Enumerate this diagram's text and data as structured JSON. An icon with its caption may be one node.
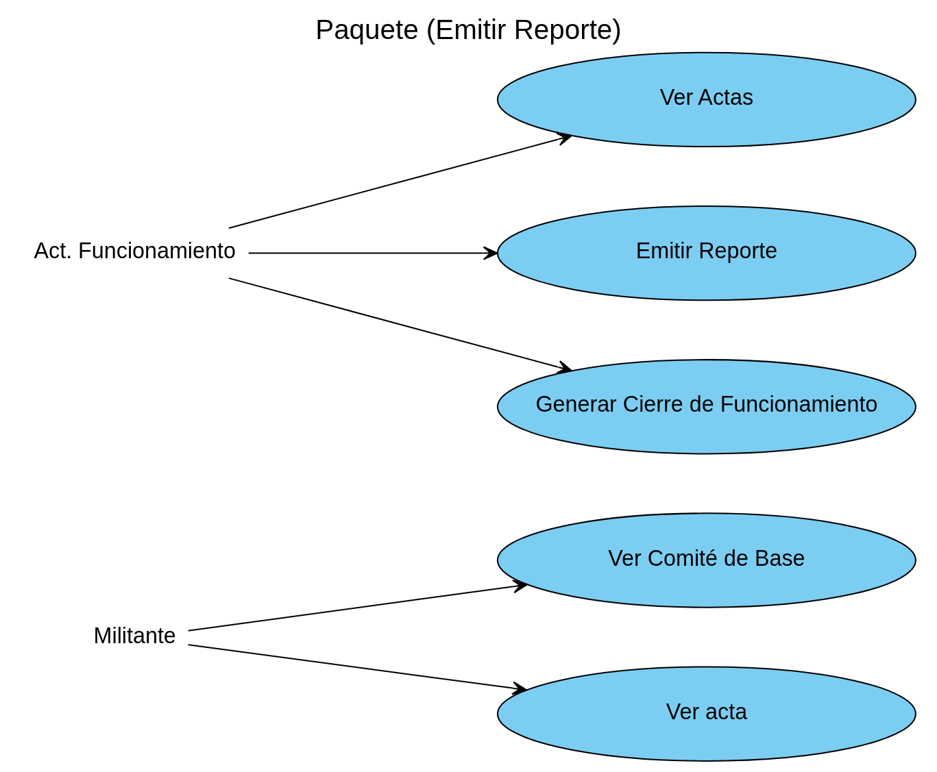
{
  "diagram": {
    "title": "Paquete (Emitir Reporte)",
    "nodes": [
      {
        "text": [
          "Militante"
        ]
      },
      {
        "text": [
          "Act. Funcionamiento"
        ]
      },
      {
        "text": [
          "Ver Comité de Base"
        ]
      },
      {
        "text": [
          "Ver acta"
        ]
      },
      {
        "text": [
          "Ver Actas"
        ]
      },
      {
        "text": [
          "Emitir Reporte"
        ]
      },
      {
        "text": [
          "Generar Cierre de Funcionamiento"
        ]
      }
    ],
    "edges": [
      {
        "from": 0,
        "to": 2,
        "arrow": "to"
      },
      {
        "from": 0,
        "to": 3,
        "arrow": "to"
      },
      {
        "from": 1,
        "to": 4,
        "arrow": "to"
      },
      {
        "from": 1,
        "to": 5,
        "arrow": "to"
      },
      {
        "from": 1,
        "to": 6,
        "arrow": "to"
      }
    ]
  }
}
